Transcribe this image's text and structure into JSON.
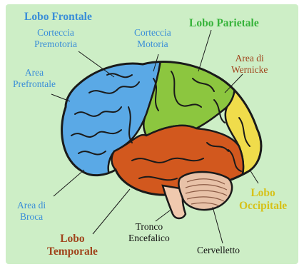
{
  "colors": {
    "background": "#cdeec6",
    "frontal": "#5aa9e6",
    "parietal": "#8cc63f",
    "occipital": "#f0dc4b",
    "temporal": "#d2581e",
    "cerebellum": "#e8c2a8",
    "brainstem": "#f0c9ae",
    "outline": "#1a1a1a",
    "label_blue": "#3a8ed8",
    "label_green": "#36b33a",
    "label_brown": "#a0441c",
    "label_yellow": "#d6c21a",
    "label_black": "#111111"
  },
  "labels": {
    "lobo_frontale": "Lobo Frontale",
    "corteccia_premotoria_1": "Corteccia",
    "corteccia_premotoria_2": "Premotoria",
    "corteccia_motoria_1": "Corteccia",
    "corteccia_motoria_2": "Motoria",
    "lobo_parietale": "Lobo Parietale",
    "area_wernicke_1": "Area di",
    "area_wernicke_2": "Wernicke",
    "area_prefrontale_1": "Area",
    "area_prefrontale_2": "Prefrontale",
    "area_broca_1": "Area di",
    "area_broca_2": "Broca",
    "lobo_temporale_1": "Lobo",
    "lobo_temporale_2": "Temporale",
    "tronco_1": "Tronco",
    "tronco_2": "Encefalico",
    "cervelletto": "Cervelletto",
    "lobo_occipitale_1": "Lobo",
    "lobo_occipitale_2": "Occipitale"
  }
}
